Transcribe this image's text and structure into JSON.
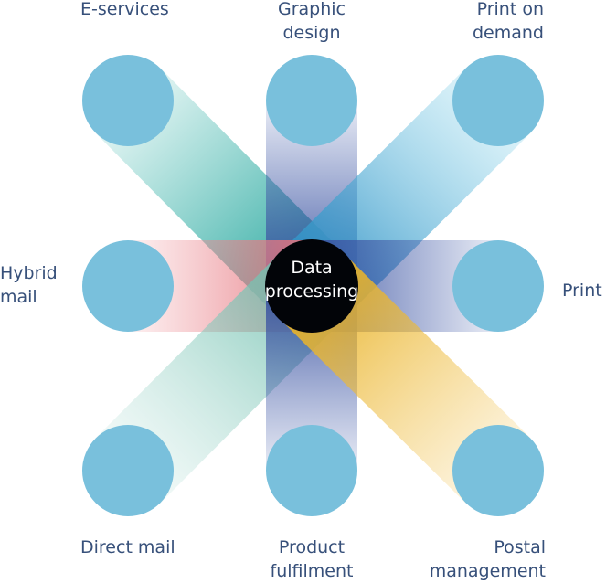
{
  "center": {
    "line1": "Data",
    "line2": "processing"
  },
  "nodes": {
    "eservices": {
      "line1": "E-services"
    },
    "graphic": {
      "line1": "Graphic",
      "line2": "design"
    },
    "printdemand": {
      "line1": "Print on",
      "line2": "demand"
    },
    "hybrid": {
      "line1": "Hybrid",
      "line2": "mail"
    },
    "print": {
      "line1": "Print"
    },
    "direct": {
      "line1": "Direct mail"
    },
    "product": {
      "line1": "Product",
      "line2": "fulfilment"
    },
    "postal": {
      "line1": "Postal",
      "line2": "management"
    }
  },
  "colors": {
    "node": "#79c0dc",
    "center": "#000000",
    "label": "#37507a",
    "teal": "#3fb7ad",
    "blue": "#4a62ad",
    "lightblue": "#7ccfe8",
    "pink": "#f09aa0",
    "mint": "#a7d9cf",
    "yellow": "#f3c65a"
  }
}
